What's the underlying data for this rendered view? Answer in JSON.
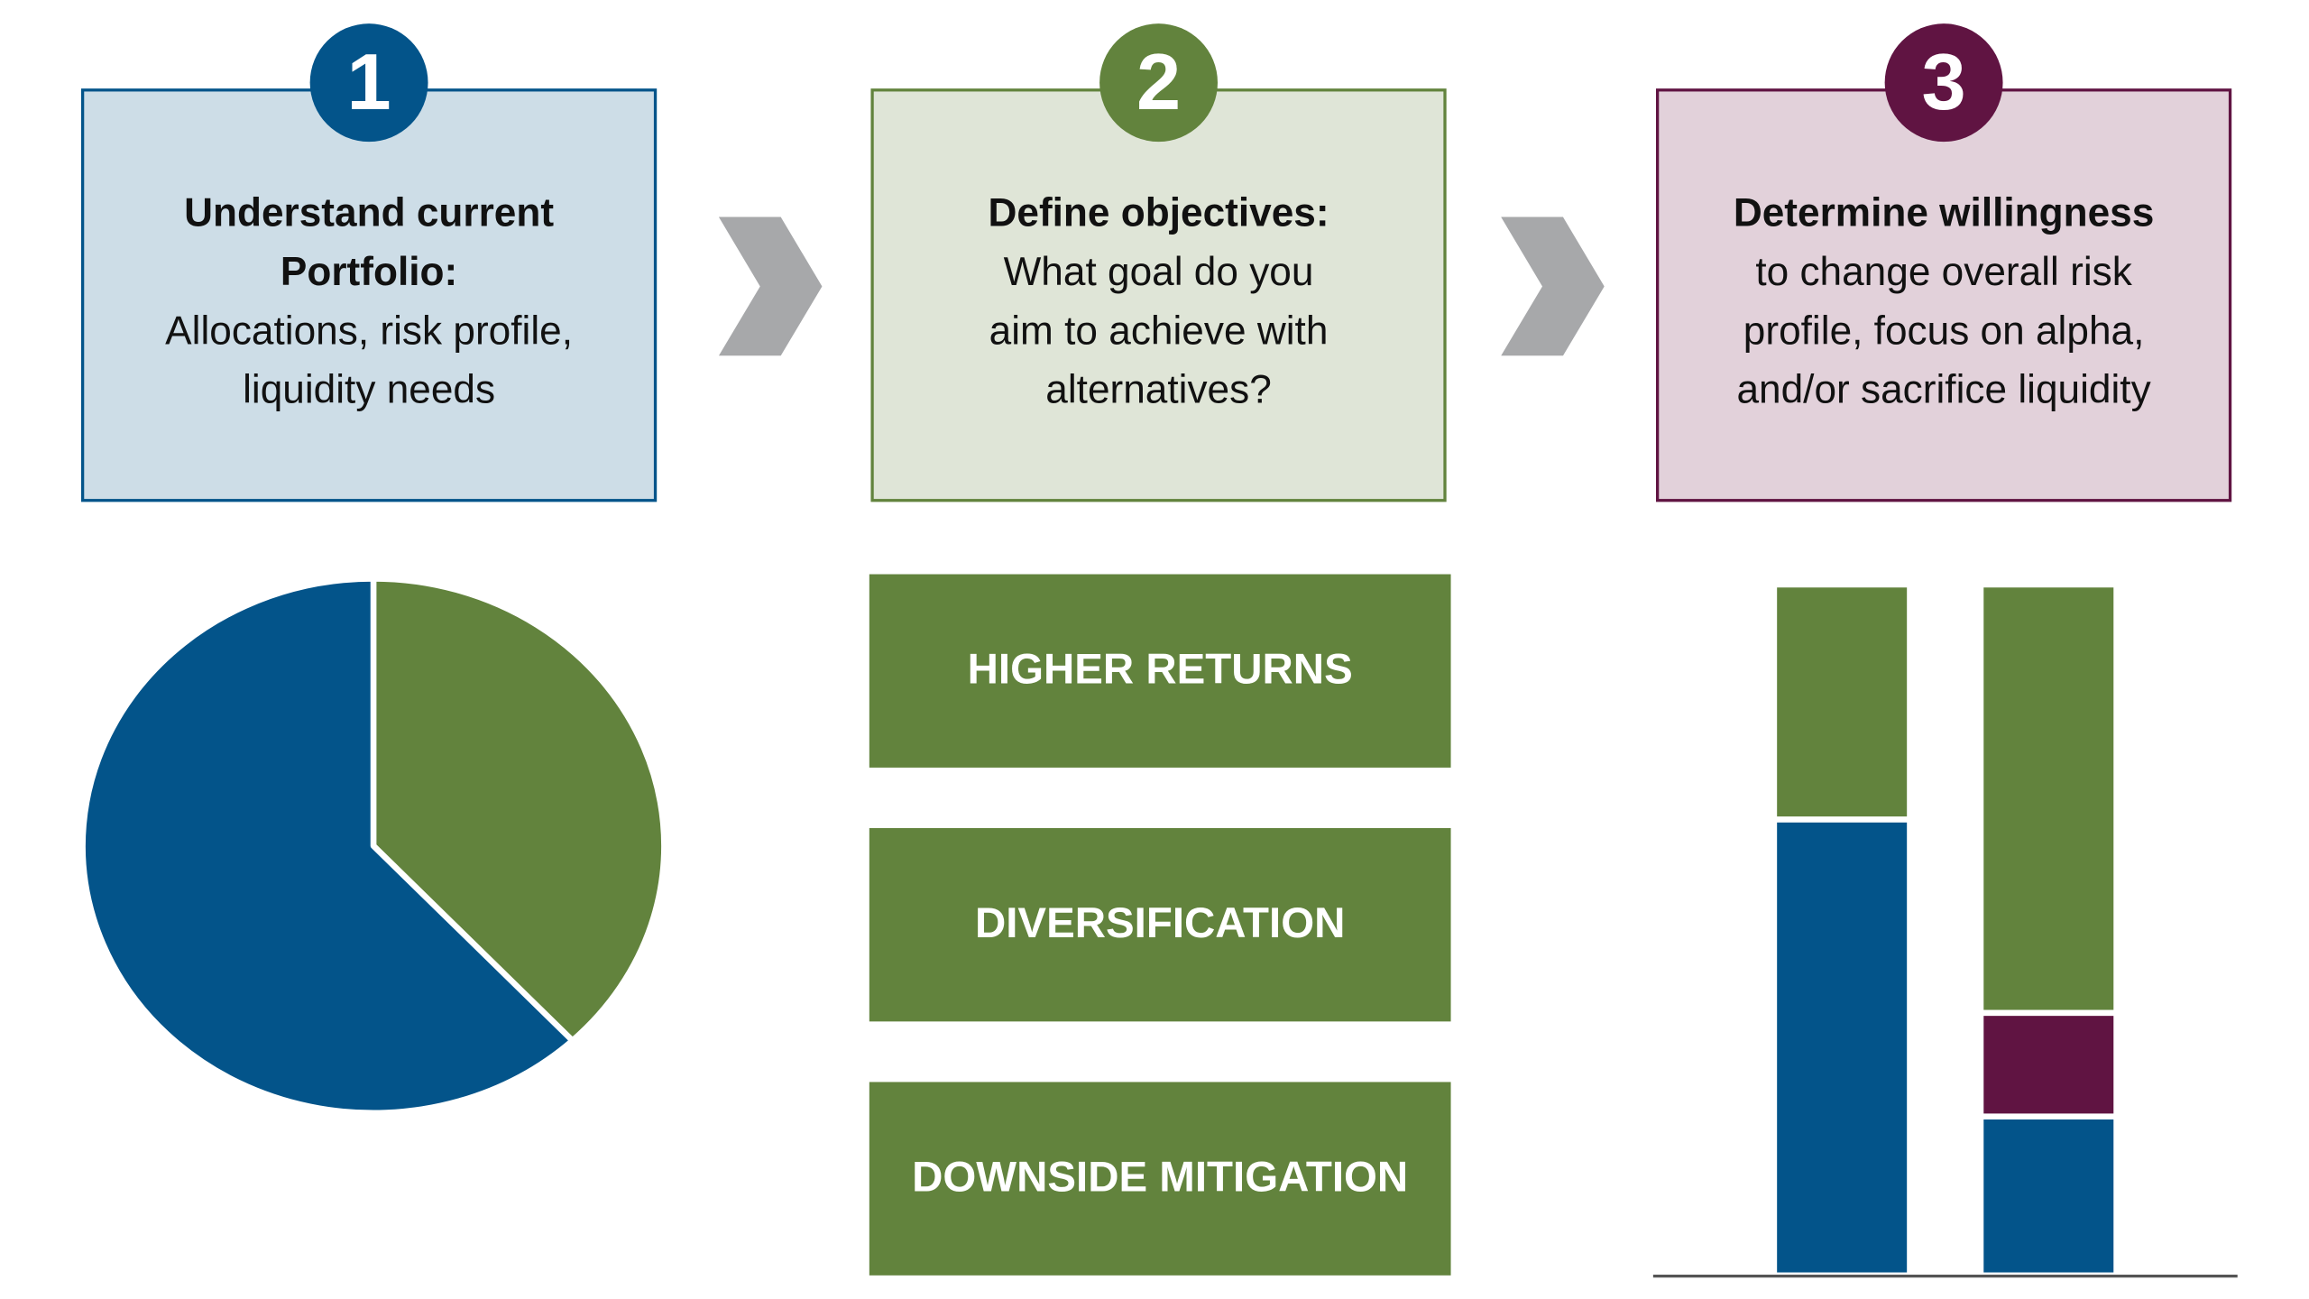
{
  "steps": [
    {
      "number": "1",
      "bold": "Understand current Portfolio:",
      "text": "Allocations, risk profile, liquidity needs",
      "color": "#03548a",
      "fill": "#cddde7"
    },
    {
      "number": "2",
      "bold": "Define objectives:",
      "text": "What goal do you aim to achieve with alternatives?",
      "color": "#62833d",
      "fill": "#dfe5d7"
    },
    {
      "number": "3",
      "bold": "Determine willingness",
      "text": "to change overall risk profile, focus on alpha, and/or sacrifice liquidity",
      "color": "#601442",
      "fill": "#e2d1da"
    }
  ],
  "objectives": [
    {
      "label": "HIGHER RETURNS"
    },
    {
      "label": "DIVERSIFICATION"
    },
    {
      "label": "DOWNSIDE MITIGATION"
    }
  ],
  "colors": {
    "blue": "#03548a",
    "green": "#62833d",
    "purple": "#601442",
    "chevron": "#a7a8aa",
    "baseline": "#555555"
  },
  "chart_data": [
    {
      "type": "pie",
      "slices": [
        {
          "value": 62,
          "color": "#03548a"
        },
        {
          "value": 38,
          "color": "#62833d"
        }
      ]
    },
    {
      "type": "bar",
      "stacked": true,
      "categories": [
        "",
        ""
      ],
      "series": [
        {
          "color": "#03548a",
          "values": [
            66,
            23
          ]
        },
        {
          "color": "#601442",
          "values": [
            0,
            15
          ]
        },
        {
          "color": "#62833d",
          "values": [
            34,
            62
          ]
        }
      ]
    }
  ]
}
